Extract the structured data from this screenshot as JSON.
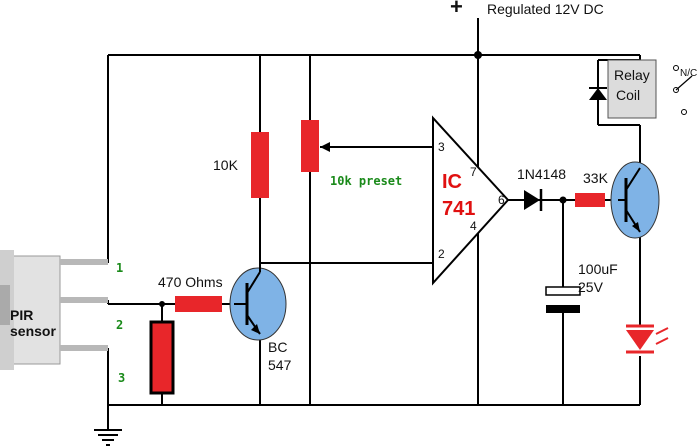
{
  "supply": {
    "plus_sign": "+",
    "label": "Regulated 12V DC"
  },
  "relay": {
    "label_line1": "Relay",
    "label_line2": "Coil",
    "contact_label": "N/C"
  },
  "resistor_10k": {
    "label": "10K"
  },
  "preset": {
    "label": "10k preset"
  },
  "ic": {
    "label_line1": "IC",
    "label_line2": "741",
    "pin3": "3",
    "pin2": "2",
    "pin7": "7",
    "pin6": "6",
    "pin4": "4"
  },
  "diode": {
    "label": "1N4148"
  },
  "resistor_33k": {
    "label": "33K"
  },
  "capacitor": {
    "label_line1": "100uF",
    "label_line2": "25V"
  },
  "resistor_470": {
    "label": "470 Ohms"
  },
  "transistor": {
    "label_line1": "BC",
    "label_line2": "547"
  },
  "pir": {
    "label_line1": "PIR",
    "label_line2": "sensor",
    "pin1": "1",
    "pin2": "2",
    "pin3": "3"
  },
  "colors": {
    "resistor": "#e8262a",
    "transistor": "#7fb3e6",
    "wire": "#000000",
    "pin_label": "#1a8a1a",
    "ic_label": "#e01010",
    "relay_box": "#dcdcdc"
  }
}
